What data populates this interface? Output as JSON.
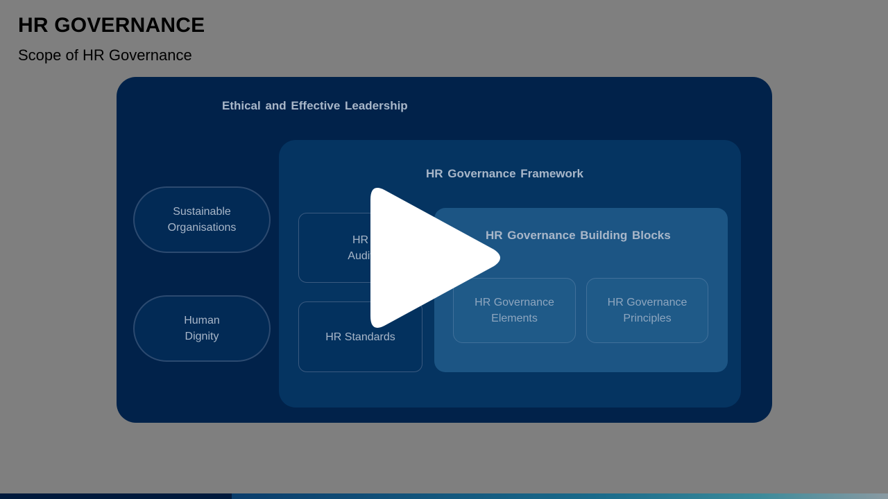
{
  "slide": {
    "title": "HR GOVERNANCE",
    "subtitle": "Scope of HR Governance"
  },
  "diagram": {
    "outer_heading": "Ethical and Effective Leadership",
    "pills": [
      {
        "line1": "Sustainable",
        "line2": "Organisations"
      },
      {
        "line1": "Human",
        "line2": "Dignity"
      }
    ],
    "framework": {
      "heading": "HR Governance Framework",
      "audit": {
        "line1": "HR",
        "line2": "Audit"
      },
      "standards": "HR Standards"
    },
    "building_blocks": {
      "heading": "HR Governance Building Blocks",
      "elements": {
        "line1": "HR Governance",
        "line2": "Elements"
      },
      "principles": {
        "line1": "HR Governance",
        "line2": "Principles"
      }
    }
  },
  "video": {
    "play_icon": "play-icon"
  },
  "colors": {
    "background_overlay": "#7f7f7f",
    "outer_box": "#01224a",
    "framework_box": "#053461",
    "blocks_box": "#1c5584",
    "play_button": "#ffffff"
  }
}
